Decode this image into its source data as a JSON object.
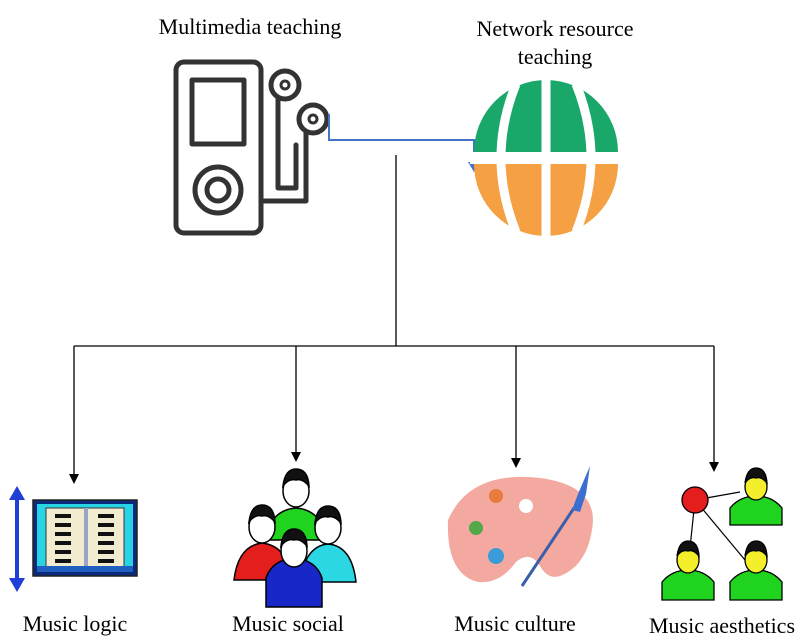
{
  "top": {
    "multimedia": {
      "label": "Multimedia teaching",
      "icon": "media-player-icon"
    },
    "network": {
      "label_line1": "Network resource",
      "label_line2": "teaching",
      "icon": "globe-icon"
    }
  },
  "bottom": [
    {
      "label": "Music logic",
      "icon": "logic-panel-icon"
    },
    {
      "label": "Music social",
      "icon": "people-group-icon"
    },
    {
      "label": "Music culture",
      "icon": "paint-palette-icon"
    },
    {
      "label": "Music aesthetics",
      "icon": "network-people-icon"
    }
  ],
  "colors": {
    "line": "#000000",
    "connector_blue": "#4472c4",
    "globe_green": "#1aa86a",
    "globe_orange": "#f5a043",
    "palette": "#f4a9a0"
  }
}
